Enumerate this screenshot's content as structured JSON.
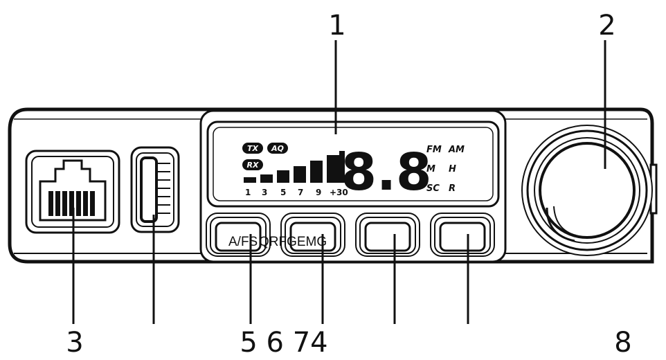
{
  "callouts": {
    "lcd": "1",
    "knob": "2",
    "mic_jack": "3",
    "bottom_combined": "5 6 74",
    "knob_bottom": "8"
  },
  "lcd": {
    "tx": "TX",
    "aq": "AQ",
    "rx": "RX",
    "channel": "8.8",
    "scale": [
      "1",
      "3",
      "5",
      "7",
      "9",
      "+30"
    ],
    "right_labels": [
      "FM",
      "AM",
      "M",
      "H",
      "SC",
      "R"
    ]
  },
  "buttons": {
    "label_1": "A/FS",
    "label_2": "QRFGEMG"
  }
}
